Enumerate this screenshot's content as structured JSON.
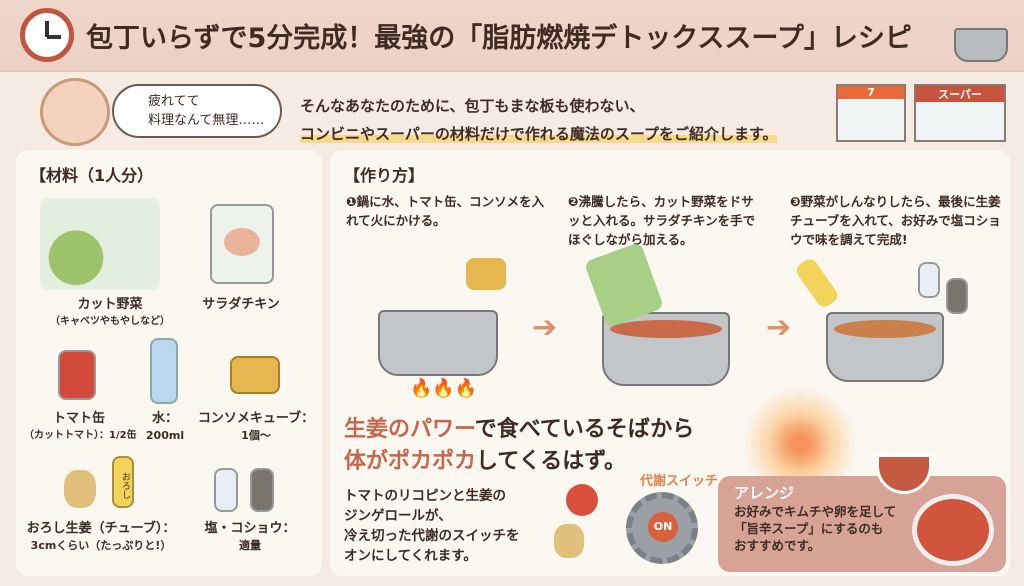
{
  "header": {
    "title": "包丁いらずで5分完成！最強の「脂肪燃焼デトックススープ」レシピ",
    "icons": [
      "stopwatch-icon",
      "pot-icon"
    ]
  },
  "intro": {
    "bubble_line1": "疲れてて",
    "bubble_line2": "料理なんて無理……",
    "line1": "そんなあなたのために、包丁もまな板も使わない、",
    "line2": "コンビニやスーパーの材料だけで作れる魔法のスープをご紹介します。",
    "store_sign": "スーパー",
    "convenience_sign": "7"
  },
  "ingredients": {
    "heading": "【材料（1人分）",
    "items": [
      {
        "name": "カット野菜",
        "detail": "（キャベツやもやしなど）"
      },
      {
        "name": "サラダチキン",
        "detail": ""
      },
      {
        "name": "トマト缶",
        "detail": "（カットトマト）：1/2缶"
      },
      {
        "name": "水：",
        "detail": "200ml"
      },
      {
        "name": "コンソメキューブ：",
        "detail": "1個〜"
      },
      {
        "name": "おろし生姜（チューブ）：",
        "detail": "3cmくらい（たっぷりと!）"
      },
      {
        "name": "塩・コショウ：",
        "detail": "適量"
      }
    ],
    "tube_label": "おろし"
  },
  "method": {
    "heading": "【作り方】",
    "steps": [
      {
        "num": "❶",
        "text": "鍋に水、トマト缶、コンソメを入れて火にかける。"
      },
      {
        "num": "❷",
        "text": "沸騰したら、カット野菜をドサッと入れる。サラダチキンを手でほぐしながら加える。"
      },
      {
        "num": "❸",
        "text": "野菜がしんなりしたら、最後に生姜チューブを入れて、お好みで塩コショウで味を調えて完成!"
      }
    ]
  },
  "benefit": {
    "headline1_accent": "生姜のパワー",
    "headline1_rest": "で食べているそばから",
    "headline2_accent": "体がポカポカ",
    "headline2_rest": "してくるはず。",
    "body": [
      "トマトのリコピンと生姜の",
      "ジンゲロールが、",
      "冷え切った代謝のスイッチを",
      "オンにしてくれます。"
    ],
    "switch_label": "代謝スイッチ",
    "switch_state": "ON"
  },
  "arrange": {
    "title": "アレンジ",
    "body": [
      "お好みでキムチや卵を足して",
      "「旨辛スープ」にするのも",
      "おすすめです。"
    ]
  },
  "colors": {
    "accent": "#c8664b",
    "banner": "#efd6ca",
    "arrange_bg": "#d8a397"
  }
}
